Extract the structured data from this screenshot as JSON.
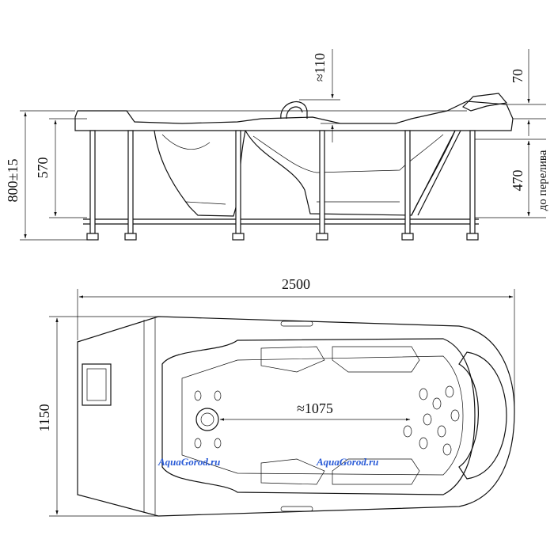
{
  "dimensions": {
    "top_110": "≈110",
    "top_70": "70",
    "height_total": "800±15",
    "height_570": "570",
    "height_470": "470",
    "overflow_note": "до перелива",
    "length": "2500",
    "width": "1150",
    "inner_length": "≈1075"
  },
  "watermarks": {
    "left": "AquaGorod.ru",
    "right": "AquaGorod.ru"
  },
  "colors": {
    "line": "#111111",
    "watermark": "#2a5bd7"
  }
}
